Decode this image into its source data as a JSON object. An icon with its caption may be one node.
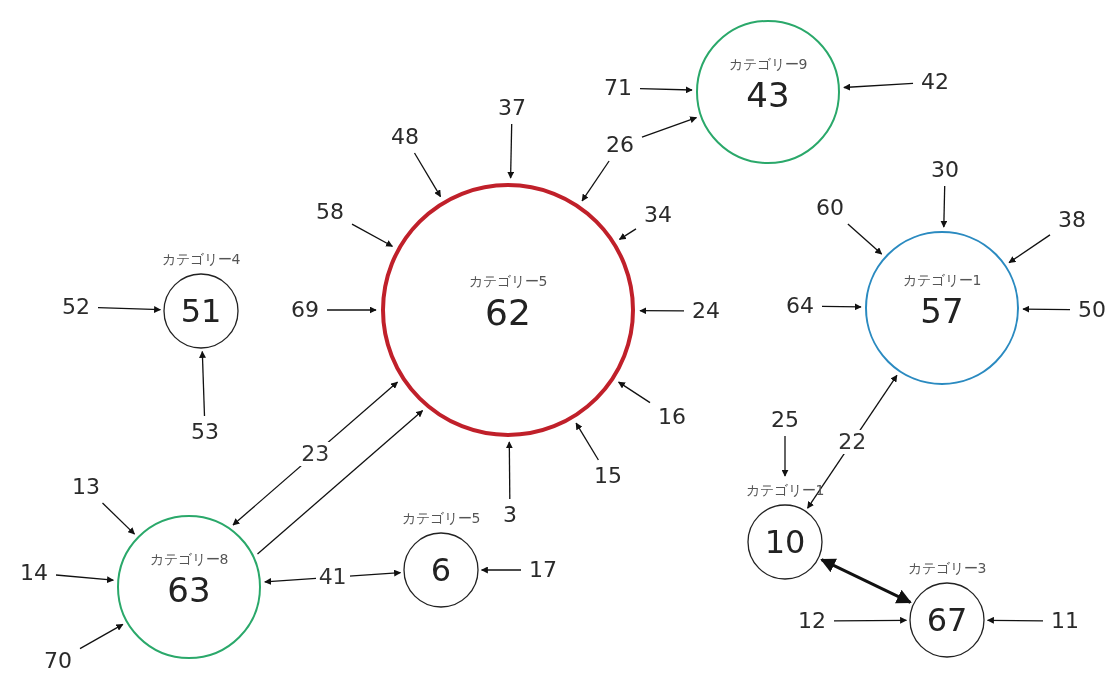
{
  "diagram": {
    "nodes": [
      {
        "text": [
          "カテゴリー9",
          "43"
        ]
      },
      {
        "text": [
          "71"
        ]
      },
      {
        "text": [
          "42"
        ]
      },
      {
        "text": [
          "37"
        ]
      },
      {
        "text": [
          "48"
        ]
      },
      {
        "text": [
          "26"
        ]
      },
      {
        "text": [
          "30"
        ]
      },
      {
        "text": [
          "60"
        ]
      },
      {
        "text": [
          "58"
        ]
      },
      {
        "text": [
          "34"
        ]
      },
      {
        "text": [
          "38"
        ]
      },
      {
        "text": [
          "カテゴリー4",
          "51"
        ]
      },
      {
        "text": [
          "カテゴリー5",
          "62"
        ]
      },
      {
        "text": [
          "カテゴリー1",
          "57"
        ]
      },
      {
        "text": [
          "52"
        ]
      },
      {
        "text": [
          "69"
        ]
      },
      {
        "text": [
          "24"
        ]
      },
      {
        "text": [
          "64"
        ]
      },
      {
        "text": [
          "50"
        ]
      },
      {
        "text": [
          "16"
        ]
      },
      {
        "text": [
          "25"
        ]
      },
      {
        "text": [
          "53"
        ]
      },
      {
        "text": [
          "15"
        ]
      },
      {
        "text": [
          "13"
        ]
      },
      {
        "text": [
          "3"
        ]
      },
      {
        "text": [
          "カテゴリー5",
          "6"
        ]
      },
      {
        "text": [
          "カテゴリー1",
          "10"
        ]
      },
      {
        "text": [
          "カテゴリー8",
          "63"
        ]
      },
      {
        "text": [
          "14"
        ]
      },
      {
        "text": [
          "17"
        ]
      },
      {
        "text": [
          "カテゴリー3",
          "67"
        ]
      },
      {
        "text": [
          "12"
        ]
      },
      {
        "text": [
          "11"
        ]
      },
      {
        "text": [
          "70"
        ]
      }
    ],
    "edges": [
      {
        "from": 1,
        "to": 0,
        "arrow": "to"
      },
      {
        "from": 2,
        "to": 0,
        "arrow": "to"
      },
      {
        "from": 3,
        "to": 12,
        "arrow": "to"
      },
      {
        "from": 4,
        "to": 12,
        "arrow": "to"
      },
      {
        "from": 5,
        "to": 12,
        "arrow": "to"
      },
      {
        "from": 5,
        "to": 0,
        "arrow": "to"
      },
      {
        "from": 6,
        "to": 13,
        "arrow": "to"
      },
      {
        "from": 7,
        "to": 13,
        "arrow": "to"
      },
      {
        "from": 8,
        "to": 12,
        "arrow": "to"
      },
      {
        "from": 9,
        "to": 12,
        "arrow": "to"
      },
      {
        "from": 10,
        "to": 13,
        "arrow": "to"
      },
      {
        "from": 14,
        "to": 11,
        "arrow": "to"
      },
      {
        "from": 15,
        "to": 12,
        "arrow": "to"
      },
      {
        "from": 16,
        "to": 12,
        "arrow": "to"
      },
      {
        "from": 17,
        "to": 13,
        "arrow": "to"
      },
      {
        "from": 18,
        "to": 13,
        "arrow": "to"
      },
      {
        "from": 19,
        "to": 12,
        "arrow": "to"
      },
      {
        "from": 20,
        "to": 26,
        "arrow": "to"
      },
      {
        "from": 21,
        "to": 11,
        "arrow": "to"
      },
      {
        "from": 22,
        "to": 12,
        "arrow": "to"
      },
      {
        "from": 23,
        "to": 27,
        "arrow": "to"
      },
      {
        "from": 24,
        "to": 12,
        "arrow": "to"
      },
      {
        "from": 28,
        "to": 27,
        "arrow": "to"
      },
      {
        "from": 29,
        "to": 25,
        "arrow": "to"
      },
      {
        "from": 31,
        "to": 30,
        "arrow": "to"
      },
      {
        "from": 32,
        "to": 30,
        "arrow": "to"
      },
      {
        "from": 33,
        "to": 27,
        "arrow": "to"
      },
      {
        "from": 27,
        "to": 12,
        "arrow": "both",
        "label": "23"
      },
      {
        "from": 27,
        "to": 12,
        "arrow": "to"
      },
      {
        "from": 27,
        "to": 25,
        "arrow": "both",
        "label": "41"
      },
      {
        "from": 26,
        "to": 13,
        "arrow": "both",
        "label": "22"
      },
      {
        "from": 26,
        "to": 30,
        "arrow": "both",
        "style": "thick"
      }
    ]
  }
}
